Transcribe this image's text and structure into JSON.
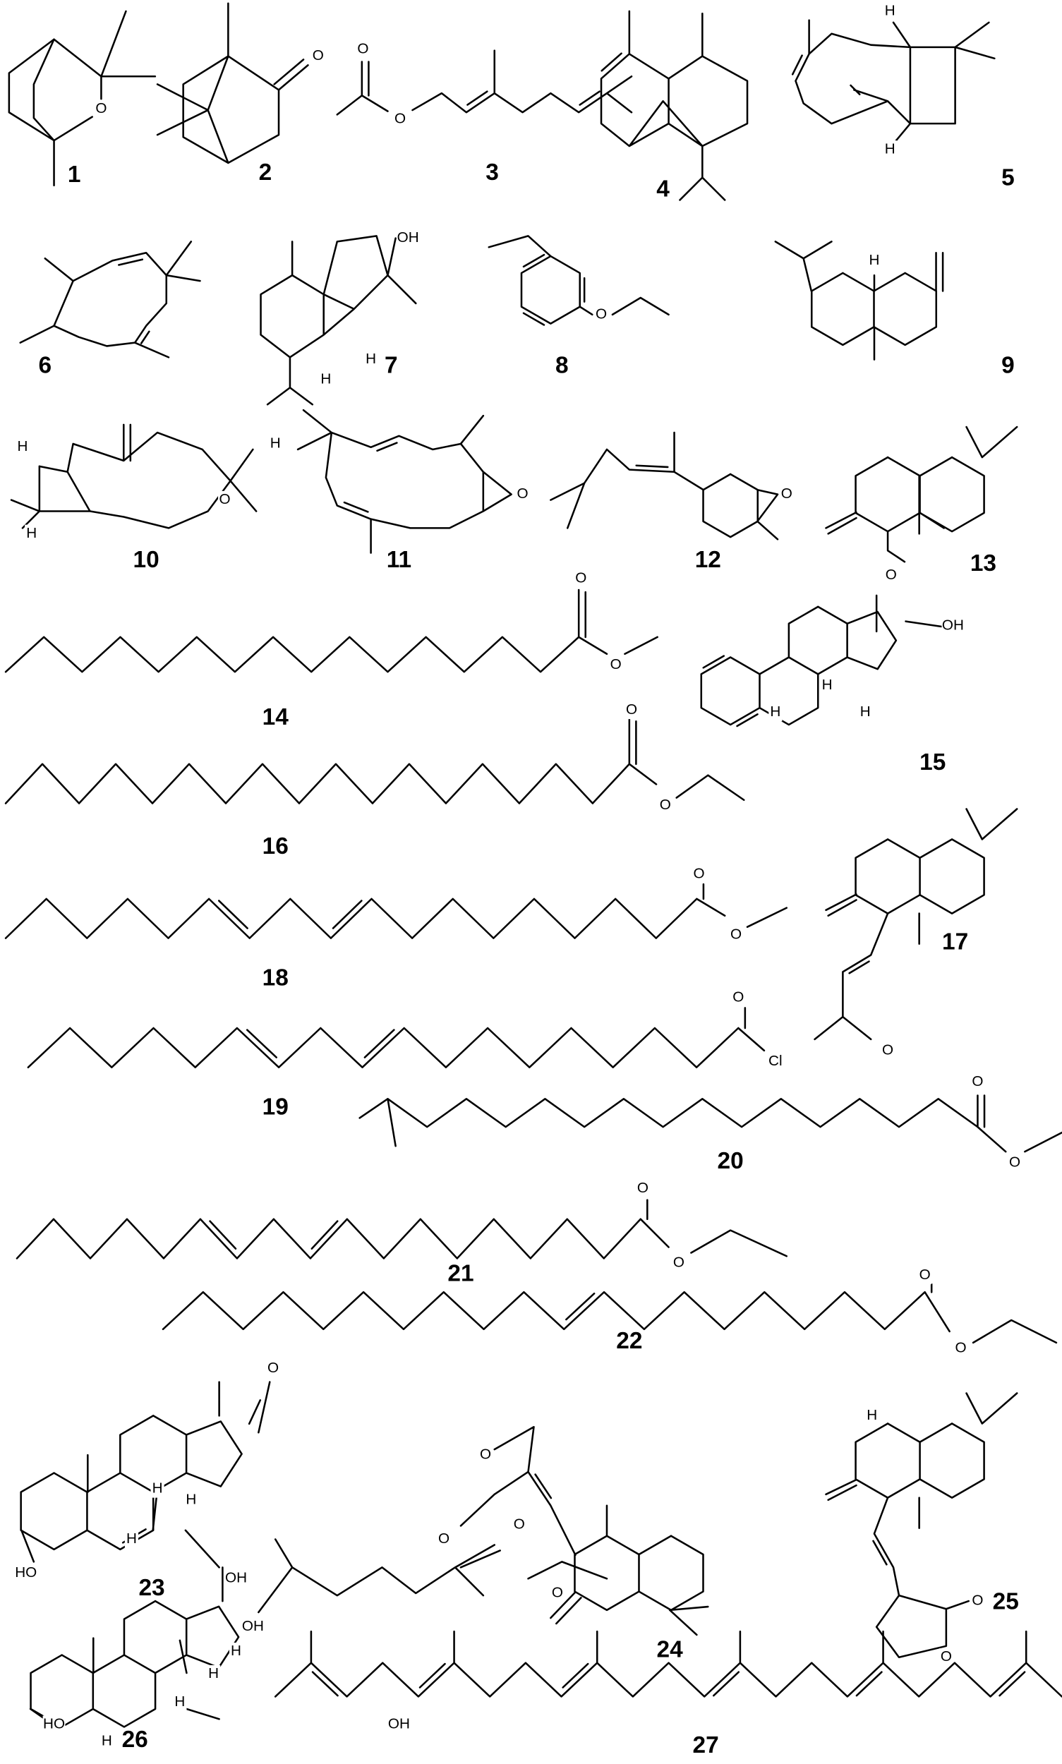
{
  "compounds": [
    {
      "label": "1",
      "atoms": [
        "O"
      ]
    },
    {
      "label": "2",
      "atoms": [
        "O"
      ]
    },
    {
      "label": "3",
      "atoms": [
        "O",
        "O"
      ]
    },
    {
      "label": "4",
      "atoms": []
    },
    {
      "label": "5",
      "atoms": [
        "H",
        "H"
      ]
    },
    {
      "label": "6",
      "atoms": []
    },
    {
      "label": "7",
      "atoms": [
        "OH",
        "H",
        "H"
      ]
    },
    {
      "label": "8",
      "atoms": [
        "O"
      ]
    },
    {
      "label": "9",
      "atoms": [
        "H"
      ]
    },
    {
      "label": "10",
      "atoms": [
        "H",
        "H",
        "H",
        "O"
      ]
    },
    {
      "label": "11",
      "atoms": [
        "O"
      ]
    },
    {
      "label": "12",
      "atoms": [
        "O"
      ]
    },
    {
      "label": "13",
      "atoms": [
        "O"
      ]
    },
    {
      "label": "14",
      "atoms": [
        "O",
        "O"
      ]
    },
    {
      "label": "15",
      "atoms": [
        "OH",
        "H",
        "H",
        "H"
      ]
    },
    {
      "label": "16",
      "atoms": [
        "O",
        "O"
      ]
    },
    {
      "label": "17",
      "atoms": [
        "O"
      ]
    },
    {
      "label": "18",
      "atoms": [
        "O",
        "O"
      ]
    },
    {
      "label": "19",
      "atoms": [
        "O",
        "Cl"
      ]
    },
    {
      "label": "20",
      "atoms": [
        "O",
        "O"
      ]
    },
    {
      "label": "21",
      "atoms": [
        "O",
        "O"
      ]
    },
    {
      "label": "22",
      "atoms": [
        "O",
        "O"
      ]
    },
    {
      "label": "23",
      "atoms": [
        "O",
        "HO",
        "OH",
        "H",
        "H",
        "H"
      ]
    },
    {
      "label": "24",
      "atoms": [
        "O",
        "O"
      ]
    },
    {
      "label": "25",
      "atoms": [
        "H",
        "O",
        "O"
      ]
    },
    {
      "label": "26",
      "atoms": [
        "O",
        "O",
        "OH",
        "HO",
        "OH",
        "H",
        "H",
        "H",
        "H"
      ]
    },
    {
      "label": "27",
      "atoms": []
    }
  ]
}
